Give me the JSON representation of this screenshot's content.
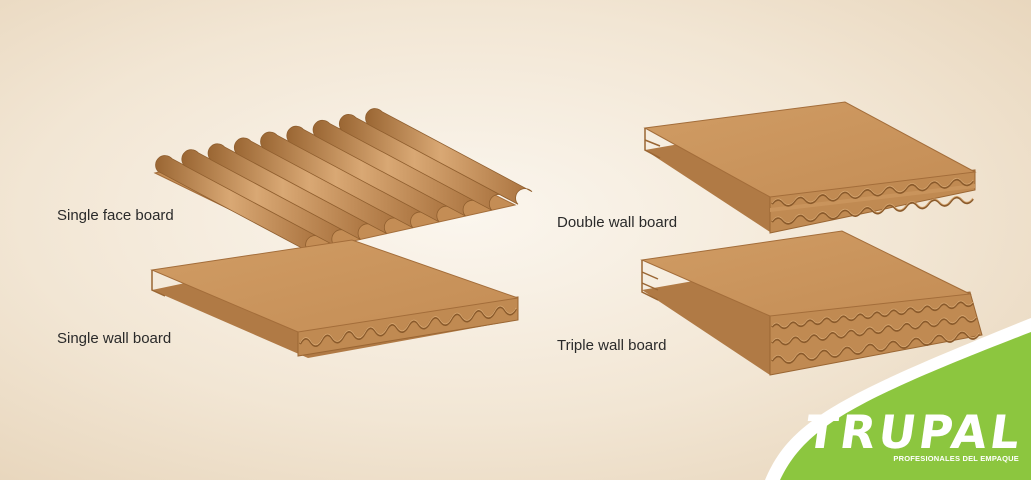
{
  "labels": {
    "single_face": "Single face board",
    "single_wall": "Single wall board",
    "double_wall": "Double wall board",
    "triple_wall": "Triple wall board"
  },
  "brand": {
    "name": "TRUPAL",
    "tagline": "PROFESIONALES DEL EMPAQUE"
  },
  "colors": {
    "board_top": "#c9945c",
    "board_front": "#b07a45",
    "board_edge": "#a36d3a",
    "flute_light": "#d6a56f",
    "flute_dark": "#9a6633",
    "accent_green": "#8cc63f",
    "background": "#f3e9da"
  }
}
